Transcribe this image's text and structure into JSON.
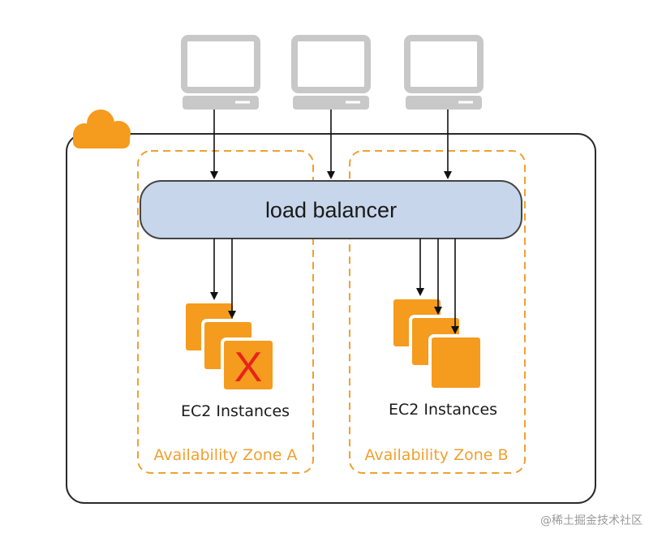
{
  "load_balancer": {
    "label": "load balancer"
  },
  "zones": [
    {
      "label": "Availability Zone A",
      "instances_label": "EC2 Instances",
      "failed_marker": "X"
    },
    {
      "label": "Availability Zone B",
      "instances_label": "EC2 Instances"
    }
  ],
  "clients": [
    {
      "icon": "computer-icon"
    },
    {
      "icon": "computer-icon"
    },
    {
      "icon": "computer-icon"
    }
  ],
  "cloud": {
    "icon": "cloud-icon"
  },
  "watermark": {
    "text": "@稀土掘金技术社区"
  },
  "colors": {
    "orange": "#f59b1e",
    "orange_dark": "#d07e10",
    "failed_x": "#e8231a",
    "lb_fill": "#c7d6ea",
    "lb_stroke": "#444444",
    "client_gray": "#c8c8c8",
    "zone_dash": "#f0a030"
  }
}
